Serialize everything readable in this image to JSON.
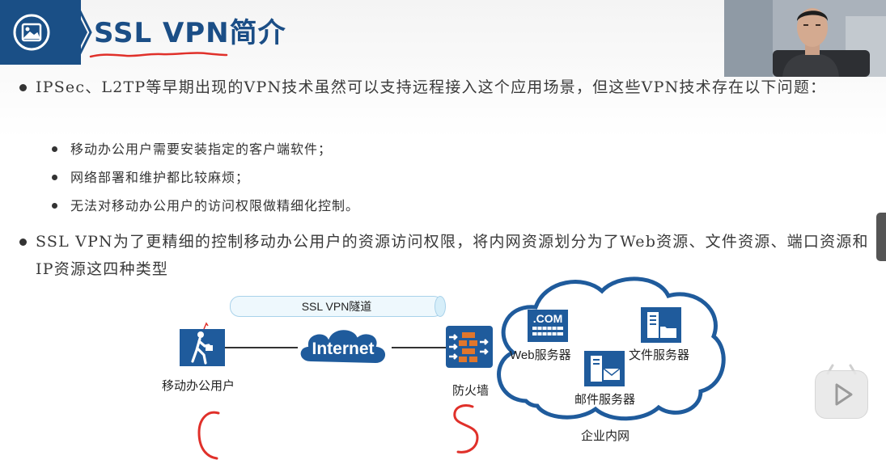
{
  "slide": {
    "title": "SSL VPN简介",
    "bullets": [
      {
        "text": "IPSec、L2TP等早期出现的VPN技术虽然可以支持远程接入这个应用场景，但这些VPN技术存在以下问题：",
        "sub": [
          "移动办公用户需要安装指定的客户端软件；",
          "网络部署和维护都比较麻烦；",
          "无法对移动办公用户的访问权限做精细化控制。"
        ]
      },
      {
        "text": "SSL VPN为了更精细的控制移动办公用户的资源访问权限，将内网资源划分为了Web资源、文件资源、端口资源和IP资源这四种类型"
      }
    ]
  },
  "diagram": {
    "tunnel_label": "SSL VPN隧道",
    "internet_label": "Internet",
    "mobile_user_label": "移动办公用户",
    "firewall_label": "防火墙",
    "intranet_label": "企业内网",
    "web_server_label": "Web服务器",
    "web_server_icon_text": ".COM",
    "file_server_label": "文件服务器",
    "mail_server_label": "邮件服务器"
  },
  "colors": {
    "title": "#1b4e86",
    "header_band": "#1a4f86",
    "icon_blue": "#1f5b9c",
    "internet_fill": "#1f5b9c",
    "cloud_stroke": "#1f5b9c",
    "annotation_red": "#e0302a",
    "firewall_bricks": "#e0762c"
  },
  "icons": {
    "header": "picture-icon",
    "mobile_user": "walking-user-icon",
    "firewall": "firewall-icon",
    "web_server": "web-server-icon",
    "file_server": "file-server-icon",
    "mail_server": "mail-server-icon",
    "play": "play-icon"
  }
}
